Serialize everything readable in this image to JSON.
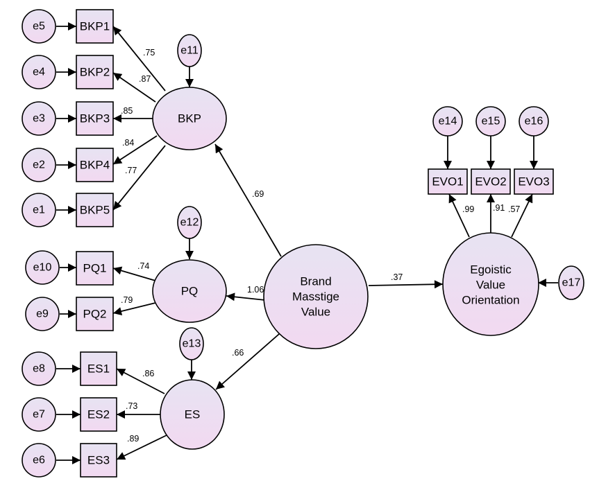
{
  "colors": {
    "node_fill_top": "#e7e3f2",
    "node_fill_bottom": "#f2d9f1",
    "stroke": "#000000",
    "background": "#ffffff"
  },
  "latents": {
    "BKP": {
      "label": "BKP"
    },
    "PQ": {
      "label": "PQ"
    },
    "ES": {
      "label": "ES"
    },
    "BMV": {
      "lines": [
        "Brand",
        "Masstige",
        "Value"
      ]
    },
    "EVO": {
      "lines": [
        "Egoistic",
        "Value",
        "Orientation"
      ]
    }
  },
  "indicators": {
    "BKP1": "BKP1",
    "BKP2": "BKP2",
    "BKP3": "BKP3",
    "BKP4": "BKP4",
    "BKP5": "BKP5",
    "PQ1": "PQ1",
    "PQ2": "PQ2",
    "ES1": "ES1",
    "ES2": "ES2",
    "ES3": "ES3",
    "EVO1": "EVO1",
    "EVO2": "EVO2",
    "EVO3": "EVO3"
  },
  "errors": {
    "e1": "e1",
    "e2": "e2",
    "e3": "e3",
    "e4": "e4",
    "e5": "e5",
    "e6": "e6",
    "e7": "e7",
    "e8": "e8",
    "e9": "e9",
    "e10": "e10",
    "e11": "e11",
    "e12": "e12",
    "e13": "e13",
    "e14": "e14",
    "e15": "e15",
    "e16": "e16",
    "e17": "e17"
  },
  "coefficients": {
    "BKP_BKP1": ".75",
    "BKP_BKP2": ".87",
    "BKP_BKP3": ".85",
    "BKP_BKP4": ".84",
    "BKP_BKP5": ".77",
    "PQ_PQ1": ".74",
    "PQ_PQ2": ".79",
    "ES_ES1": ".86",
    "ES_ES2": ".73",
    "ES_ES3": ".89",
    "BMV_BKP": ".69",
    "BMV_PQ": "1.06",
    "BMV_ES": ".66",
    "BMV_EVO": ".37",
    "EVO_EVO1": ".99",
    "EVO_EVO2": ".91",
    "EVO_EVO3": ".57"
  }
}
